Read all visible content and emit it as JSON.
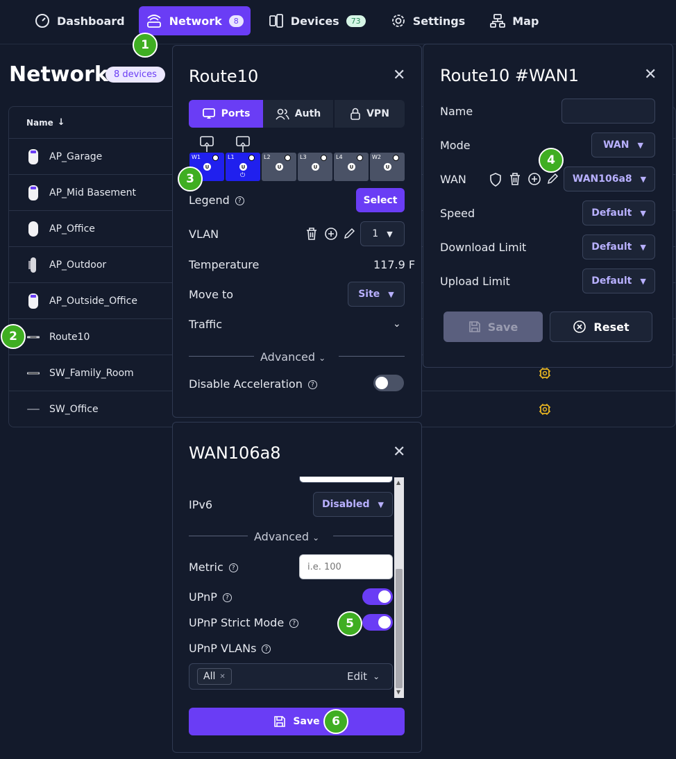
{
  "nav": {
    "dashboard": "Dashboard",
    "network": "Network",
    "network_badge": "8",
    "devices": "Devices",
    "devices_badge": "73",
    "settings": "Settings",
    "map": "Map"
  },
  "page": {
    "title": "Network",
    "device_count": "8 devices"
  },
  "table": {
    "col_name": "Name",
    "rows": [
      {
        "name": "AP_Garage",
        "icon": "access-point-pro-icon"
      },
      {
        "name": "AP_Mid Basement",
        "icon": "access-point-pro-icon"
      },
      {
        "name": "AP_Office",
        "icon": "access-point-icon"
      },
      {
        "name": "AP_Outdoor",
        "icon": "outdoor-access-point-icon"
      },
      {
        "name": "AP_Outside_Office",
        "icon": "access-point-pro-icon"
      },
      {
        "name": "Route10",
        "icon": "router-icon"
      },
      {
        "name": "SW_Family_Room",
        "icon": "switch-icon"
      },
      {
        "name": "SW_Office",
        "icon": "switch-icon"
      }
    ]
  },
  "route10": {
    "title": "Route10",
    "tabs": {
      "ports": "Ports",
      "auth": "Auth",
      "vpn": "VPN"
    },
    "ports": [
      {
        "label": "W1",
        "active": true
      },
      {
        "label": "L1",
        "active": true
      },
      {
        "label": "L2",
        "active": false
      },
      {
        "label": "L3",
        "active": false
      },
      {
        "label": "L4",
        "active": false
      },
      {
        "label": "W2",
        "active": false
      }
    ],
    "port_mode": "U",
    "legend": "Legend",
    "select_button": "Select",
    "vlan_label": "VLAN",
    "vlan_value": "1",
    "temperature_label": "Temperature",
    "temperature_value": "117.9 F",
    "move_to_label": "Move to",
    "move_to_value": "Site",
    "traffic_label": "Traffic",
    "advanced": "Advanced",
    "disable_accel": "Disable Acceleration",
    "disable_accel_on": false
  },
  "wan1": {
    "title": "Route10 #WAN1",
    "name_label": "Name",
    "name_value": "",
    "mode_label": "Mode",
    "mode_value": "WAN",
    "wan_label": "WAN",
    "wan_value": "WAN106a8",
    "speed_label": "Speed",
    "speed_value": "Default",
    "download_label": "Download Limit",
    "download_value": "Default",
    "upload_label": "Upload Limit",
    "upload_value": "Default",
    "save": "Save",
    "reset": "Reset"
  },
  "wan106": {
    "title": "WAN106a8",
    "ipv6_label": "IPv6",
    "ipv6_value": "Disabled",
    "advanced": "Advanced",
    "metric_label": "Metric",
    "metric_placeholder": "i.e. 100",
    "upnp_label": "UPnP",
    "upnp_on": true,
    "upnp_strict_label": "UPnP Strict Mode",
    "upnp_strict_on": true,
    "upnp_vlans_label": "UPnP VLANs",
    "vlans_chip": "All",
    "edit": "Edit",
    "save": "Save"
  },
  "markers": [
    "1",
    "2",
    "3",
    "4",
    "5",
    "6"
  ],
  "colors": {
    "accent": "#6a3df5",
    "marker": "#3fae22",
    "port_active": "#2020ee",
    "port_idle": "#4a5266",
    "warning": "#e6b422"
  }
}
